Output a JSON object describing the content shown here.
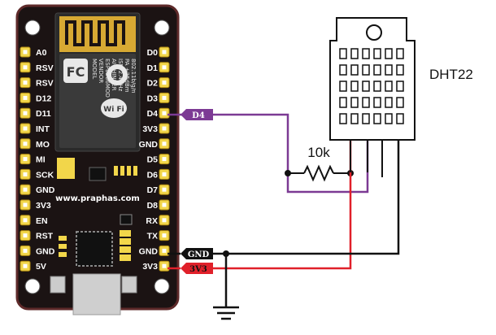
{
  "board": {
    "left_pins": [
      "A0",
      "RSV",
      "RSV",
      "D12",
      "D11",
      "INT",
      "MO",
      "MI",
      "SCK",
      "GND",
      "3V3",
      "EN",
      "RST",
      "GND",
      "5V"
    ],
    "right_pins": [
      "D0",
      "D1",
      "D2",
      "D3",
      "D4",
      "3V3",
      "GND",
      "D5",
      "D6",
      "D7",
      "D8",
      "RX",
      "TX",
      "GND",
      "3V3"
    ],
    "url": "www.praphas.com",
    "module_lines": [
      "MODEL",
      "VENDOR",
      "ESP8266MOD",
      "AI-THINKER",
      "ISM 2.4GHz",
      "PA +25dBm",
      "802.11b/g/n"
    ],
    "fcc_logo": "FC",
    "wifi_logo": "Wi Fi"
  },
  "wire_tags": {
    "d4": "D4",
    "gnd": "GND",
    "v33": "3V3"
  },
  "resistor_label": "10k",
  "sensor_label": "DHT22",
  "colors": {
    "board": "#1b1313",
    "board_edge": "#5e2a2a",
    "pad": "#f2d64a",
    "antenna_zone": "#d7a933",
    "purple": "#7c3a94",
    "red": "#e0202a",
    "black": "#111111"
  }
}
